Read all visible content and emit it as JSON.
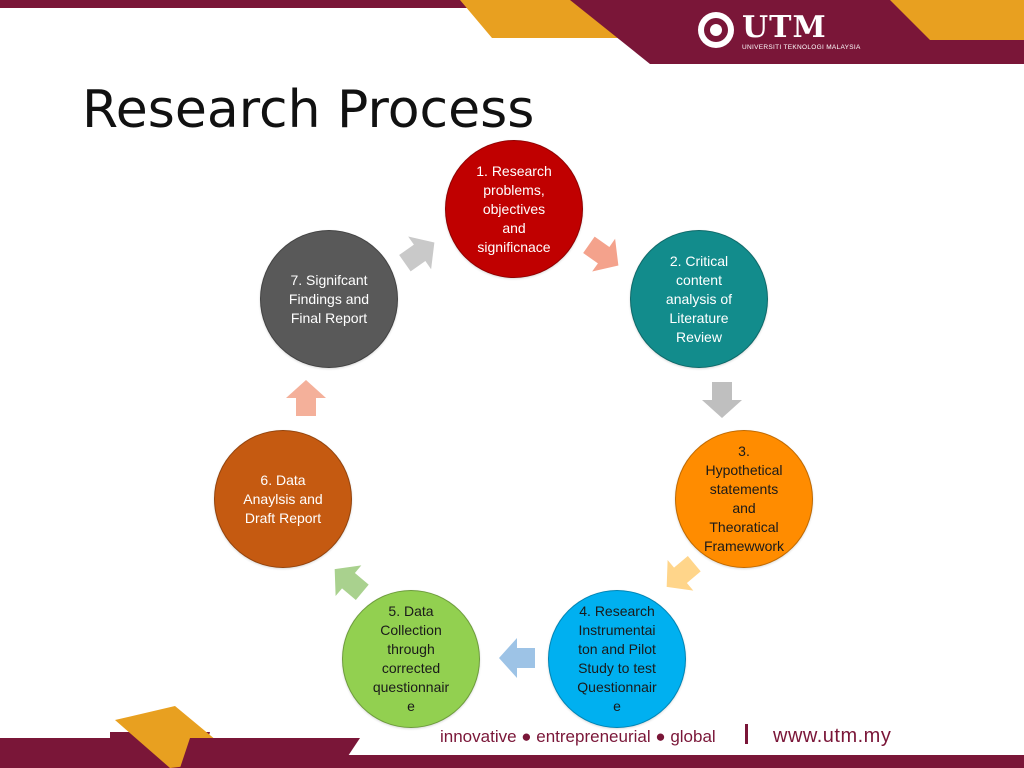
{
  "slide": {
    "title": "Research Process",
    "logo": {
      "name": "UTM",
      "subtitle": "UNIVERSITI TEKNOLOGI MALAYSIA"
    },
    "footer": {
      "tagline": "innovative ● entrepreneurial ● global",
      "url": "www.utm.my"
    }
  },
  "cycle": {
    "nodes": [
      {
        "label": "1. Research\nproblems,\nobjectives\nand\nsignificnace",
        "color": "#c00000"
      },
      {
        "label": "2. Critical\ncontent\nanalysis of\nLiterature\nReview",
        "color": "#128c8c"
      },
      {
        "label": "3.\nHypothetical\nstatements\nand\nTheoratical\nFramewwork",
        "color": "#ff8c00"
      },
      {
        "label": "4. Research\nInstrumentai\nton and Pilot\nStudy to test\nQuestionnair\ne",
        "color": "#00b0f0"
      },
      {
        "label": "5. Data\nCollection\nthrough\ncorrected\nquestionnair\ne",
        "color": "#92d050"
      },
      {
        "label": "6. Data\nAnaylsis and\nDraft Report",
        "color": "#c55a11"
      },
      {
        "label": "7. Signifcant\nFindings and\nFinal Report",
        "color": "#595959"
      }
    ],
    "arrow_colors": [
      "#f4a28c",
      "#bfbfbf",
      "#ffd58a",
      "#9dc3e6",
      "#a9d18e",
      "#f4b09a",
      "#c9c9c9"
    ],
    "brand_colors": {
      "maroon": "#7a1638",
      "gold": "#e8a020"
    }
  }
}
